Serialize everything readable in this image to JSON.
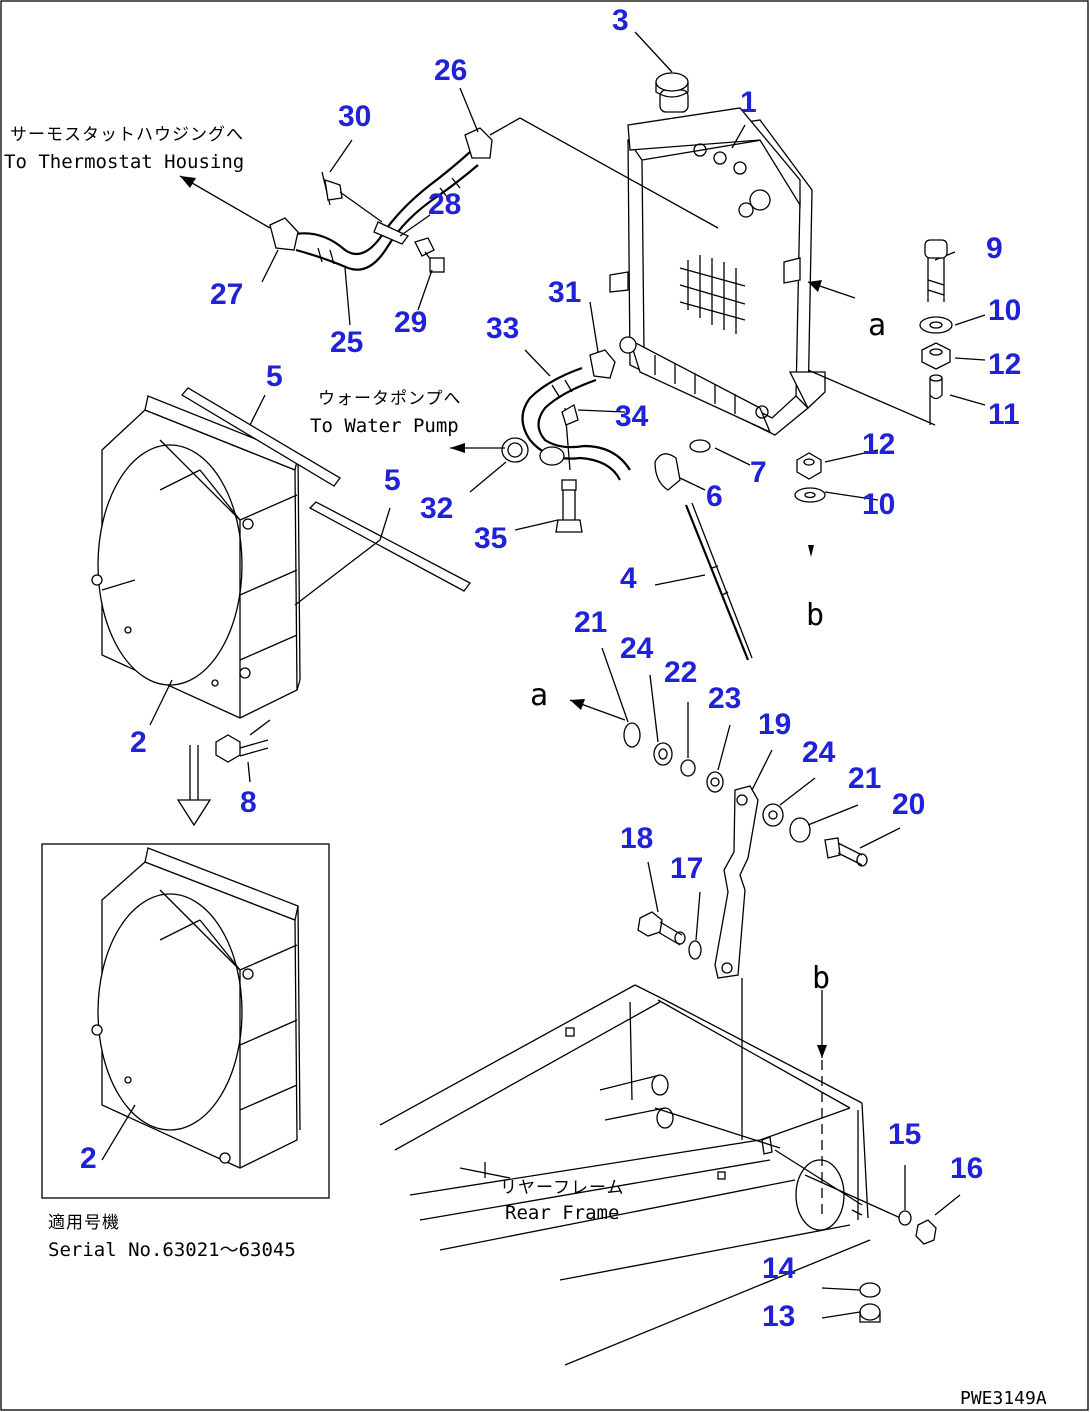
{
  "diagram": {
    "code": "PWE3149A",
    "notes": {
      "thermostat_jp": "サーモスタットハウジングへ",
      "thermostat_en": "To Thermostat Housing",
      "water_pump_jp": "ウォータポンプへ",
      "water_pump_en": "To Water Pump",
      "rear_frame_jp": "リヤーフレーム",
      "rear_frame_en": "Rear Frame",
      "serial_jp": "適用号機",
      "serial_en": "Serial No.63021～63045"
    },
    "ref_letters": {
      "a1": "a",
      "a2": "a",
      "b1": "b",
      "b2": "b"
    },
    "callouts": {
      "c1": "1",
      "c2": "2",
      "c2b": "2",
      "c3": "3",
      "c4": "4",
      "c5a": "5",
      "c5b": "5",
      "c6": "6",
      "c7": "7",
      "c8": "8",
      "c9": "9",
      "c10a": "10",
      "c10b": "10",
      "c11": "11",
      "c12a": "12",
      "c12b": "12",
      "c13": "13",
      "c14": "14",
      "c15": "15",
      "c16": "16",
      "c17": "17",
      "c18": "18",
      "c19": "19",
      "c20": "20",
      "c21a": "21",
      "c21b": "21",
      "c22": "22",
      "c23": "23",
      "c24a": "24",
      "c24b": "24",
      "c25": "25",
      "c26": "26",
      "c27": "27",
      "c28": "28",
      "c29": "29",
      "c30": "30",
      "c31": "31",
      "c32": "32",
      "c33": "33",
      "c34": "34",
      "c35": "35"
    }
  }
}
